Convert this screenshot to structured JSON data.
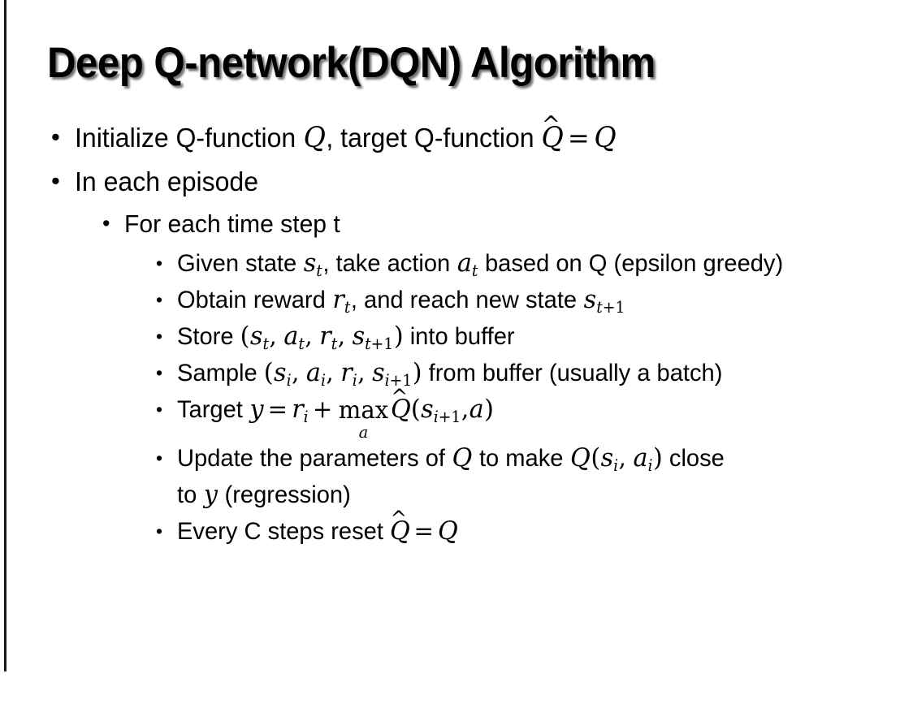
{
  "slide": {
    "title": "Deep Q-network(DQN) Algorithm",
    "background_color": "#ffffff",
    "text_color": "#000000",
    "edge_rule_color": "#1a1a1a",
    "title_shadow_color": "#5a5a5a"
  },
  "bullets": {
    "marker": "•",
    "level1": [
      {
        "id": "initialize",
        "text": "Initialize Q-function Q, target Q-function Q̂ = Q"
      },
      {
        "id": "in-each-episode",
        "text": "In each episode"
      }
    ],
    "level2": [
      {
        "id": "for-each-time-step",
        "text": "For each time step t"
      }
    ],
    "level3": [
      {
        "id": "given-state",
        "text": "Given state sₜ, take action aₜ based on Q (epsilon greedy)"
      },
      {
        "id": "obtain-reward",
        "text": "Obtain reward rₜ, and reach new state sₜ₊₁"
      },
      {
        "id": "store",
        "text": "Store (sₜ, aₜ, rₜ, sₜ₊₁) into buffer"
      },
      {
        "id": "sample",
        "text": "Sample (sᵢ, aᵢ, rᵢ, sᵢ₊₁) from buffer (usually a batch)"
      },
      {
        "id": "target",
        "text": "Target y = rᵢ + maxₐ Q̂(sᵢ₊₁, a)"
      },
      {
        "id": "update",
        "text": "Update the parameters of Q to make Q(sᵢ, aᵢ) close to y (regression)"
      },
      {
        "id": "every-c-steps",
        "text": "Every C steps reset Q̂ = Q"
      }
    ]
  },
  "text_fragments": {
    "initialize_pre": "Initialize Q-function ",
    "initialize_mid": ", target Q-function ",
    "in_each_episode": "In each episode",
    "for_each_time_step": "For each time step t",
    "given_pre": "Given state ",
    "given_mid": ", take action ",
    "given_post": " based on Q (epsilon greedy)",
    "obtain_pre": "Obtain reward ",
    "obtain_mid": ", and reach new state ",
    "store_pre": "Store ",
    "store_post": " into buffer",
    "sample_pre": "Sample ",
    "sample_post": " from buffer (usually a batch)",
    "target_pre": "Target ",
    "update_pre": "Update the parameters of ",
    "update_mid": " to make ",
    "update_post": " close to ",
    "update_tail": " (regression)",
    "every_pre": "Every C steps reset "
  },
  "symbols": {
    "Q": "Q",
    "Q_hat_base": "Q",
    "hat_mark": "̂",
    "hat_glyph": "^",
    "equals": "=",
    "plus": "+",
    "comma": ",",
    "lparen": "(",
    "rparen": ")",
    "s": "s",
    "a": "a",
    "r": "r",
    "y": "y",
    "t": "t",
    "i": "i",
    "sub_t_plus_1_var": "t",
    "sub_i_plus_1_var": "i",
    "sub_plus": "+",
    "sub_one": "1",
    "max_operator": "max",
    "max_limit": "a"
  }
}
